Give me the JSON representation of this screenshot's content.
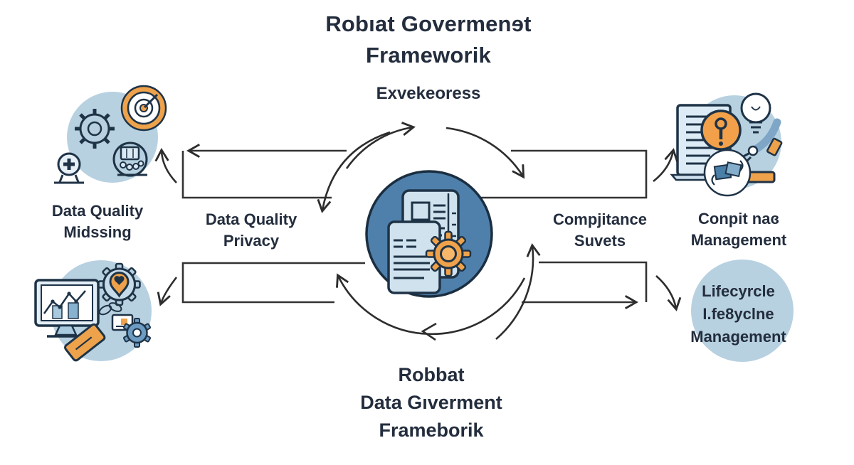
{
  "title": {
    "line1": "Robıat Govermenɘt",
    "line2": "Frameworik",
    "subtitle": "Exvekeoress"
  },
  "labels": {
    "top_left": {
      "line1": "Data Quality",
      "line2": "Midssing"
    },
    "inner_left": {
      "line1": "Data Quality",
      "line2": "Privacy"
    },
    "inner_right": {
      "line1": "Compjitance",
      "line2": "Suvets"
    },
    "top_right": {
      "line1": "Conpit naɞ",
      "line2": "Management"
    },
    "lifecycle": {
      "line1": "Lifecyrcle",
      "line2": "I.fe8yclne",
      "line3": "Management"
    }
  },
  "footer": {
    "line1": "Robbat",
    "line2": "Data Gıverment",
    "line3": "Frameborik"
  },
  "icons": {
    "center": "documents-gear-icon",
    "top_left_bubble": [
      "gear-icon",
      "target-bullseye-icon",
      "head-gears-icon",
      "plus-circle-icon"
    ],
    "bottom_left_bubble": [
      "monitor-chart-icon",
      "gear-pin-heart-icon",
      "hand-gear-tag-icon"
    ],
    "top_right_bubble": [
      "document-icon",
      "alert-key-icon",
      "lightbulb-icon",
      "robot-arm-icon",
      "cube-circle-icon"
    ],
    "bottom_right_bubble": [
      "lifecycle-circle"
    ]
  },
  "colors": {
    "background": "#ffffff",
    "text": "#232d3d",
    "arrow_line": "#2d2d2d",
    "center_circle_fill": "#4e80ab",
    "center_circle_stroke": "#1b2e40",
    "bubble_fill": "#b7d1e1",
    "accent_orange": "#eda24b",
    "page_fill": "#cfe2ee",
    "icon_outline": "#1f3347"
  }
}
